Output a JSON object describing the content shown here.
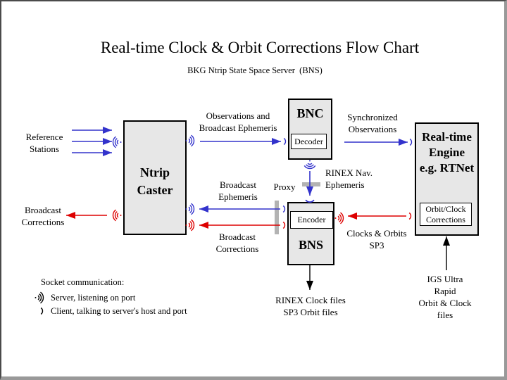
{
  "title": "Real-time Clock & Orbit Corrections Flow Chart",
  "subtitle": "BKG Ntrip State Space Server  (BNS)",
  "colors": {
    "blue": "#3333cc",
    "red": "#dd0000",
    "ink": "#000000",
    "box_fill": "#e7e7e7",
    "bar": "#b3b3b3",
    "frame_dark": "#4a4a4a",
    "frame_light": "#999999"
  },
  "nodes": {
    "caster": {
      "label": "Ntrip\nCaster"
    },
    "bnc": {
      "title": "BNC",
      "sub": "Decoder"
    },
    "bns": {
      "title": "BNS",
      "sub": "Encoder"
    },
    "engine": {
      "label": "Real-time\nEngine\ne.g. RTNet",
      "sub": "Orbit/Clock\nCorrections"
    }
  },
  "labels": {
    "reference_stations": "Reference\nStations",
    "broadcast_corrections_left": "Broadcast\nCorrections",
    "observations": "Observations and\nBroadcast Ephemeris",
    "synchronized": "Synchronized\nObservations",
    "rinex_nav": "RINEX Nav.\nEphemeris",
    "proxy": "Proxy",
    "broadcast_ephemeris": "Broadcast\nEphemeris",
    "broadcast_corrections_mid": "Broadcast\nCorrections",
    "clocks_orbits": "Clocks & Orbits\nSP3",
    "rinex_files": "RINEX Clock files\nSP3 Orbit files",
    "igs": "IGS Ultra Rapid\nOrbit & Clock files"
  },
  "legend": {
    "title": "Socket communication:",
    "server": "Server, listening on port",
    "client": "Client, talking to server's host and port"
  },
  "icons": {
    "server_socket": "·)))",
    "client_socket": ")"
  }
}
